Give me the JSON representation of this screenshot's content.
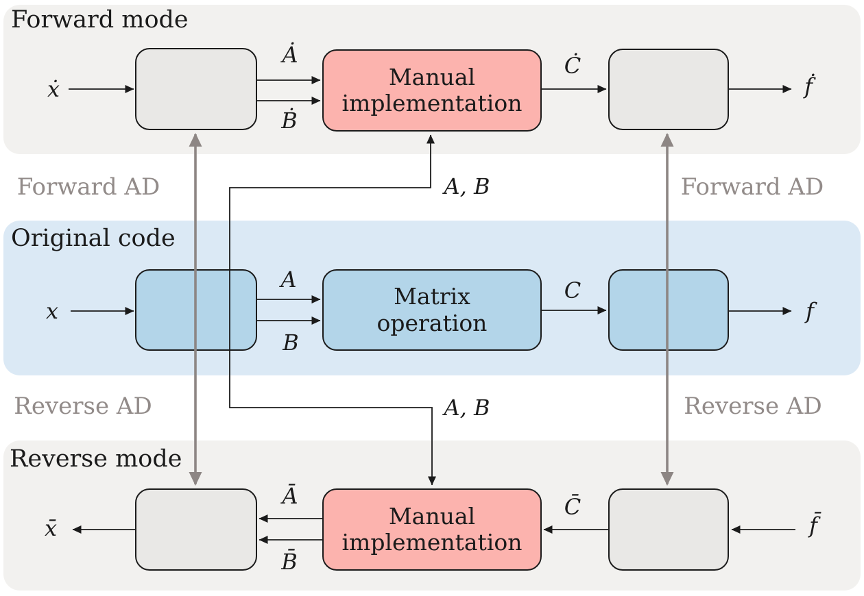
{
  "bands": {
    "forward_mode": {
      "title": "Forward mode"
    },
    "original_code": {
      "title": "Original code"
    },
    "reverse_mode": {
      "title": "Reverse mode"
    }
  },
  "nodes": {
    "forward_manual": {
      "line1": "Manual",
      "line2": "implementation"
    },
    "matrix_operation": {
      "line1": "Matrix",
      "line2": "operation"
    },
    "reverse_manual": {
      "line1": "Manual",
      "line2": "implementation"
    }
  },
  "ad_arrows": {
    "forward_left": "Forward AD",
    "forward_right": "Forward AD",
    "reverse_left": "Reverse AD",
    "reverse_right": "Reverse AD"
  },
  "labels": {
    "x_dot": "ẋ",
    "A_dot": "Ȧ",
    "B_dot": "Ḃ",
    "C_dot": "Ċ",
    "f_dot": "ḟ",
    "x": "x",
    "A": "A",
    "B": "B",
    "C": "C",
    "f": "f",
    "AB_top": "A, B",
    "AB_bottom": "A, B",
    "x_bar": "x̄",
    "A_bar": "Ā",
    "B_bar": "B̄",
    "C_bar": "C̄",
    "f_bar": "f̄"
  },
  "colors": {
    "band_gray": "#f2f1ef",
    "band_blue": "#dbe9f5",
    "node_gray": "#e9e8e6",
    "node_blue": "#b3d5e9",
    "node_pink": "#fcb3ae",
    "line_black": "#1b1b1b",
    "ad_gray": "#8d8684",
    "ad_label_gray": "#928b89"
  }
}
